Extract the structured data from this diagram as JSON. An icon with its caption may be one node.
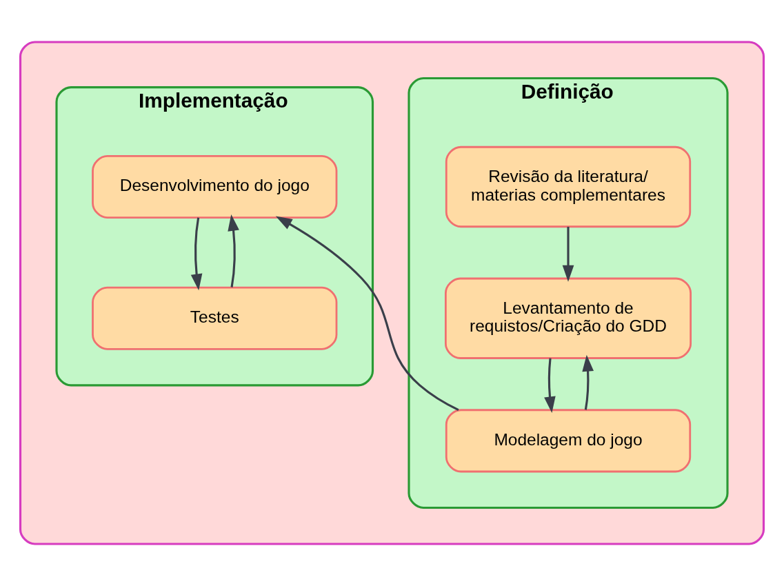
{
  "diagram": {
    "nodes": [
      {
        "text": [],
        "shape": "box"
      },
      {
        "text": [
          "Definição"
        ],
        "in": 0
      },
      {
        "text": [
          "Revisão da literatura/ materias complementares"
        ],
        "in": 1
      },
      {
        "text": [
          "Levantamento de requistos/Criação do GDD"
        ],
        "in": 1
      },
      {
        "text": [
          "Modelagem do jogo"
        ],
        "in": 1
      },
      {
        "text": [
          "Implementação"
        ],
        "in": 0
      },
      {
        "text": [
          "Desenvolvimento do jogo"
        ],
        "in": 5
      },
      {
        "text": [
          "Testes"
        ],
        "in": 5
      }
    ],
    "edges": [
      {
        "from": 2,
        "to": 3,
        "arrow": "to"
      },
      {
        "from": 4,
        "to": 3,
        "arrow": "to"
      },
      {
        "from": 3,
        "to": 4,
        "arrow": "to"
      },
      {
        "from": 4,
        "to": 6,
        "arrow": "to"
      },
      {
        "from": 6,
        "to": 7,
        "arrow": "to"
      },
      {
        "from": 7,
        "to": 6,
        "arrow": "to"
      }
    ]
  }
}
